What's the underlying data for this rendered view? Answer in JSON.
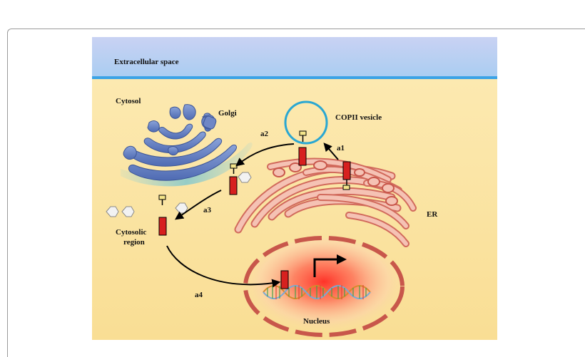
{
  "diagram": {
    "regions": {
      "extracellular": "Extracellular space",
      "cytosol": "Cytosol",
      "cytosolic_region_line1": "Cytosolic",
      "cytosolic_region_line2": "region"
    },
    "organelles": {
      "golgi": "Golgi",
      "copii": "COPII vesicle",
      "er": "ER",
      "nucleus": "Nucleus"
    },
    "steps": {
      "a1": "a1",
      "a2": "a2",
      "a3": "a3",
      "a4": "a4"
    },
    "colors": {
      "extracellular_top": "#c9d6f2",
      "membrane": "#3ba3e6",
      "cytosol": "#fbe6a6",
      "golgi": "#6a84c4",
      "er": "#c8574b",
      "protein": "#d7201f",
      "vesicle": "#2aa7d2",
      "nucleus_glow": "#ff3b2e"
    }
  }
}
